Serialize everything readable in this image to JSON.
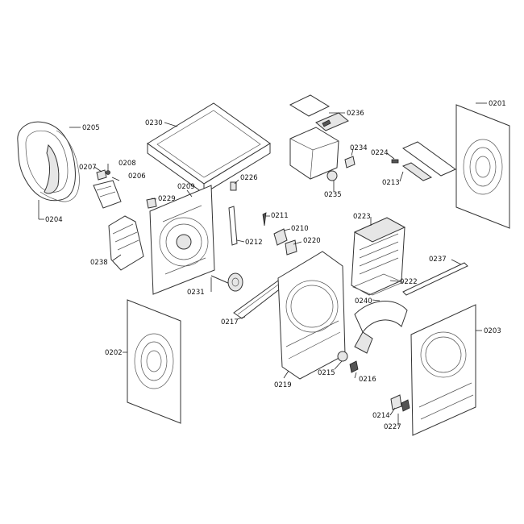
{
  "labels": {
    "p0201": "0201",
    "p0202": "0202",
    "p0203": "0203",
    "p0204": "0204",
    "p0205": "0205",
    "p0206": "0206",
    "p0207": "0207",
    "p0208": "0208",
    "p0209": "0209",
    "p0210": "0210",
    "p0211": "0211",
    "p0212": "0212",
    "p0213": "0213",
    "p0214": "0214",
    "p0215": "0215",
    "p0216": "0216",
    "p0217": "0217",
    "p0219": "0219",
    "p0220": "0220",
    "p0222": "0222",
    "p0223": "0223",
    "p0224": "0224",
    "p0226": "0226",
    "p0227": "0227",
    "p0229": "0229",
    "p0230": "0230",
    "p0231": "0231",
    "p0234": "0234",
    "p0235": "0235",
    "p0236": "0236",
    "p0237": "0237",
    "p0238": "0238",
    "p0240": "0240"
  }
}
